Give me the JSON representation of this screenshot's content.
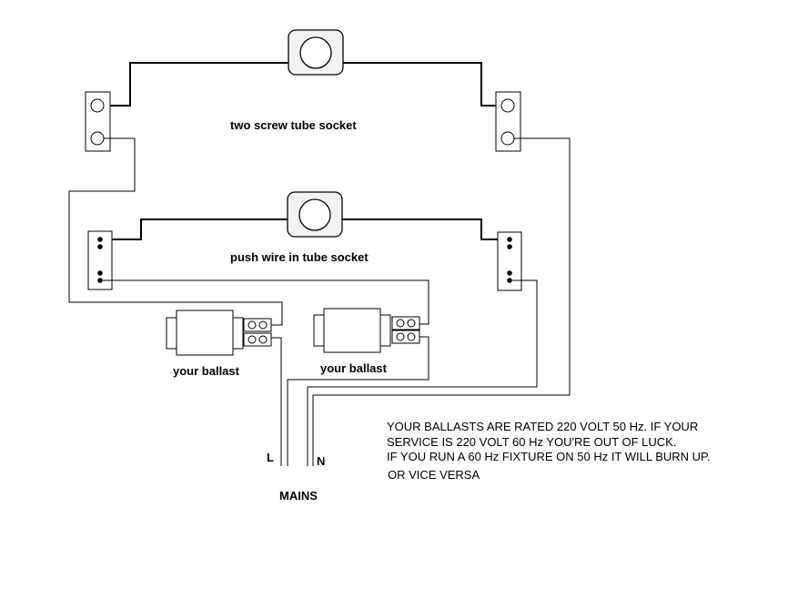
{
  "labels": {
    "screw_socket": "two screw tube socket",
    "push_socket": "push wire in tube socket",
    "ballast_left": "your ballast",
    "ballast_right": "your ballast",
    "line": "L",
    "neutral": "N",
    "mains": "MAINS"
  },
  "note": {
    "line1": "YOUR BALLASTS ARE RATED 220 VOLT 50 Hz. IF YOUR",
    "line2": "SERVICE IS 220 VOLT 60 Hz YOU'RE OUT OF LUCK.",
    "line3": "IF YOU RUN A 60 Hz FIXTURE ON 50 Hz IT WILL BURN UP.",
    "line4": "OR VICE VERSA"
  },
  "colors": {
    "stroke": "#000000",
    "background": "#ffffff",
    "socket_fill": "#f2f2f2"
  }
}
